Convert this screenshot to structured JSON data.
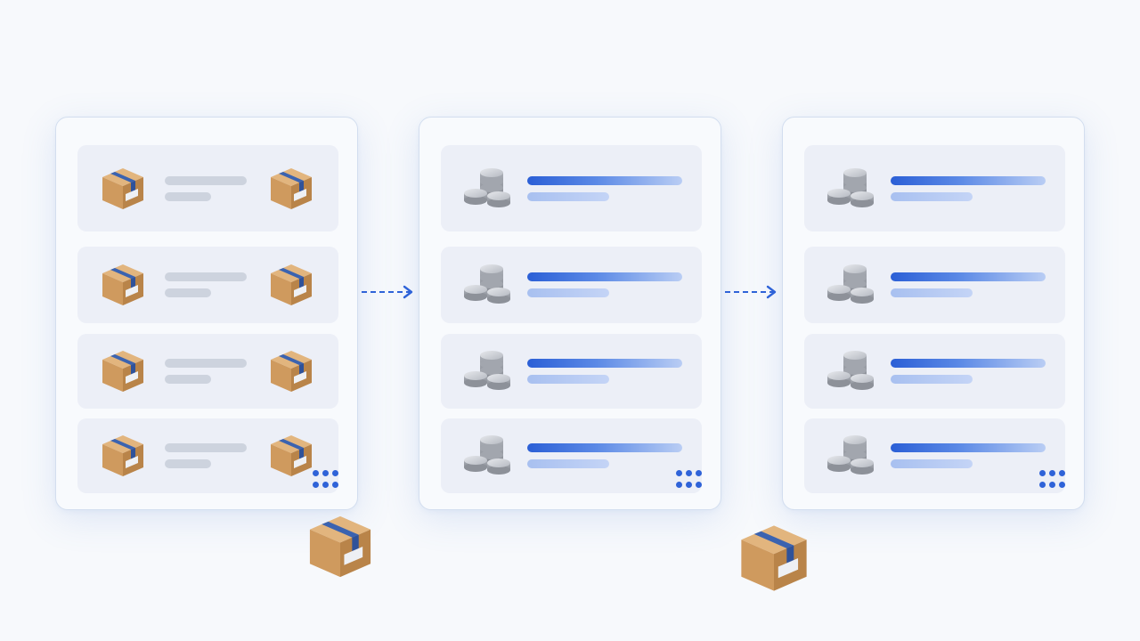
{
  "scene": {
    "panels": [
      {
        "id": "panel-1",
        "item_icon": "package-box-icon",
        "row_count": 4,
        "bar_style": "gray"
      },
      {
        "id": "panel-2",
        "item_icon": "coin-stack-icon",
        "row_count": 4,
        "bar_style": "blue"
      },
      {
        "id": "panel-3",
        "item_icon": "coin-stack-icon",
        "row_count": 4,
        "bar_style": "blue"
      }
    ],
    "connectors": [
      {
        "from": "panel-1",
        "to": "panel-2",
        "style": "dashed-arrow"
      },
      {
        "from": "panel-2",
        "to": "panel-3",
        "style": "dashed-arrow"
      }
    ],
    "colors": {
      "accent_blue": "#2f63d8",
      "bar_gray": "#cdd3de",
      "row_bg": "#eceff7",
      "panel_border": "#d3deef",
      "box_tan": "#d4a26a",
      "tape_blue": "#3b63b0",
      "coin_silver": "#b9bdc4"
    }
  }
}
